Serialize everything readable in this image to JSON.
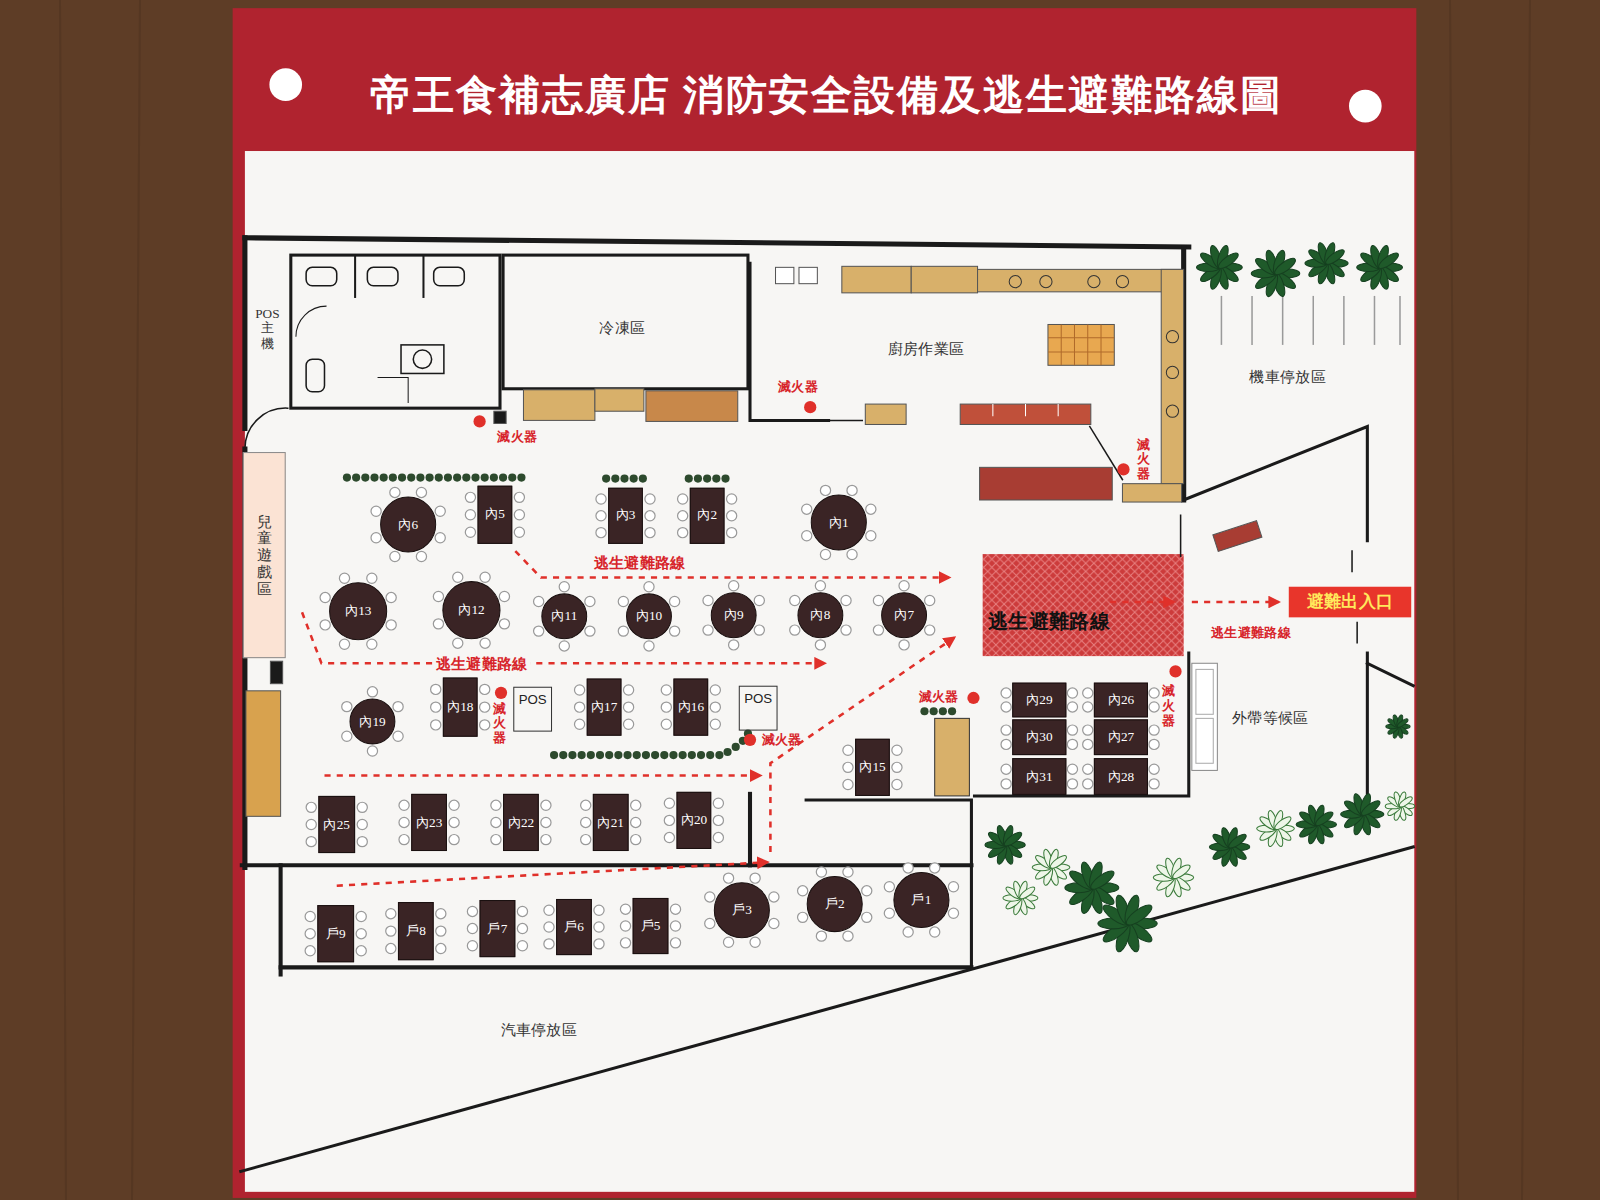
{
  "diagram": {
    "title": "帝王食補志廣店 消防安全設備及逃生避難路線圖",
    "nodes": [
      {
        "text": [
          "冷凍區"
        ]
      },
      {
        "text": [
          "廚房作業區"
        ]
      },
      {
        "text": [
          "兒童遊戲區"
        ]
      },
      {
        "text": [
          "內6"
        ]
      },
      {
        "text": [
          "內5"
        ]
      },
      {
        "text": [
          "內3"
        ]
      },
      {
        "text": [
          "內2"
        ]
      },
      {
        "text": [
          "內1"
        ]
      },
      {
        "text": [
          "內13"
        ]
      },
      {
        "text": [
          "內12"
        ]
      },
      {
        "text": [
          "內11"
        ]
      },
      {
        "text": [
          "內10"
        ]
      },
      {
        "text": [
          "內9"
        ]
      },
      {
        "text": [
          "內8"
        ]
      },
      {
        "text": [
          "內7"
        ]
      },
      {
        "text": [
          "避難出入口"
        ]
      },
      {
        "text": [
          "POS"
        ]
      },
      {
        "text": [
          "POS"
        ]
      },
      {
        "text": [
          "內29"
        ]
      },
      {
        "text": [
          "內26"
        ]
      },
      {
        "text": [
          "內19"
        ]
      },
      {
        "text": [
          "內18"
        ]
      },
      {
        "text": [
          "內17"
        ]
      },
      {
        "text": [
          "內16"
        ]
      },
      {
        "text": [
          "內30"
        ]
      },
      {
        "text": [
          "內27"
        ]
      },
      {
        "text": [
          "內15"
        ]
      },
      {
        "text": [
          "內31"
        ]
      },
      {
        "text": [
          "內28"
        ]
      },
      {
        "text": [
          "內25"
        ]
      },
      {
        "text": [
          "內23"
        ]
      },
      {
        "text": [
          "內22"
        ]
      },
      {
        "text": [
          "內21"
        ]
      },
      {
        "text": [
          "內20"
        ]
      },
      {
        "text": [
          "戶9"
        ]
      },
      {
        "text": [
          "戶8"
        ]
      },
      {
        "text": [
          "戶7"
        ]
      },
      {
        "text": [
          "戶6"
        ]
      },
      {
        "text": [
          "戶5"
        ]
      },
      {
        "text": [
          "戶3"
        ]
      },
      {
        "text": [
          "戶2"
        ]
      },
      {
        "text": [
          "戶1"
        ]
      }
    ],
    "labels": [
      "POS主機",
      "滅火器",
      "機車停放區",
      "滅火器",
      "滅火器",
      "逃生避難路線",
      "逃生避難路線",
      "逃生避難路線",
      "逃生避難路線",
      "滅火器",
      "滅火器",
      "滅火器",
      "外帶等候區",
      "滅火器",
      "汽車停放區"
    ]
  }
}
